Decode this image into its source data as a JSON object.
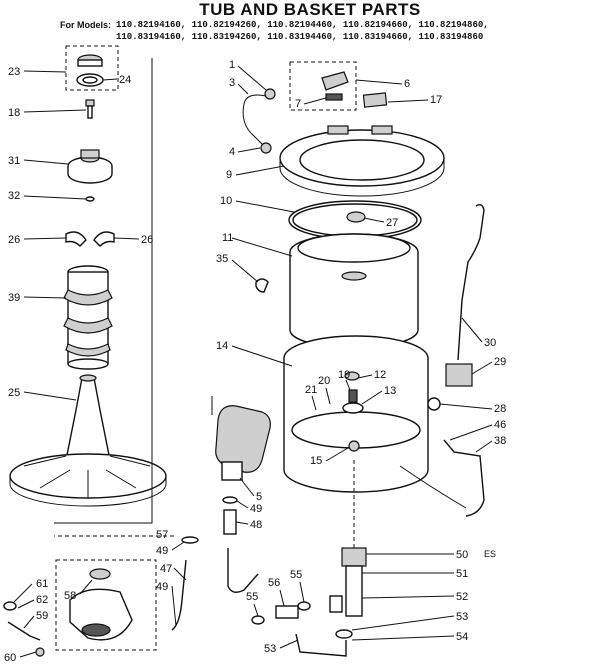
{
  "title": "TUB AND BASKET PARTS",
  "models": {
    "label": "For Models:",
    "line1": "110.82194160, 110.82194260, 110.82194460, 110.82194660, 110.82194860,",
    "line2": "110.83194160, 110.83194260, 110.83194460, 110.83194660, 110.83194860"
  },
  "callouts": [
    "1",
    "3",
    "6",
    "7",
    "17",
    "4",
    "9",
    "10",
    "27",
    "11",
    "35",
    "23",
    "24",
    "18",
    "31",
    "32",
    "26",
    "26",
    "39",
    "25",
    "14",
    "21",
    "20",
    "19",
    "12",
    "13",
    "28",
    "30",
    "29",
    "46",
    "38",
    "15",
    "5",
    "49",
    "48",
    "57",
    "49",
    "47",
    "49",
    "50",
    "51",
    "52",
    "53",
    "54",
    "55",
    "56",
    "55",
    "53",
    "61",
    "62",
    "58",
    "59",
    "60"
  ],
  "ref_code": "ES"
}
